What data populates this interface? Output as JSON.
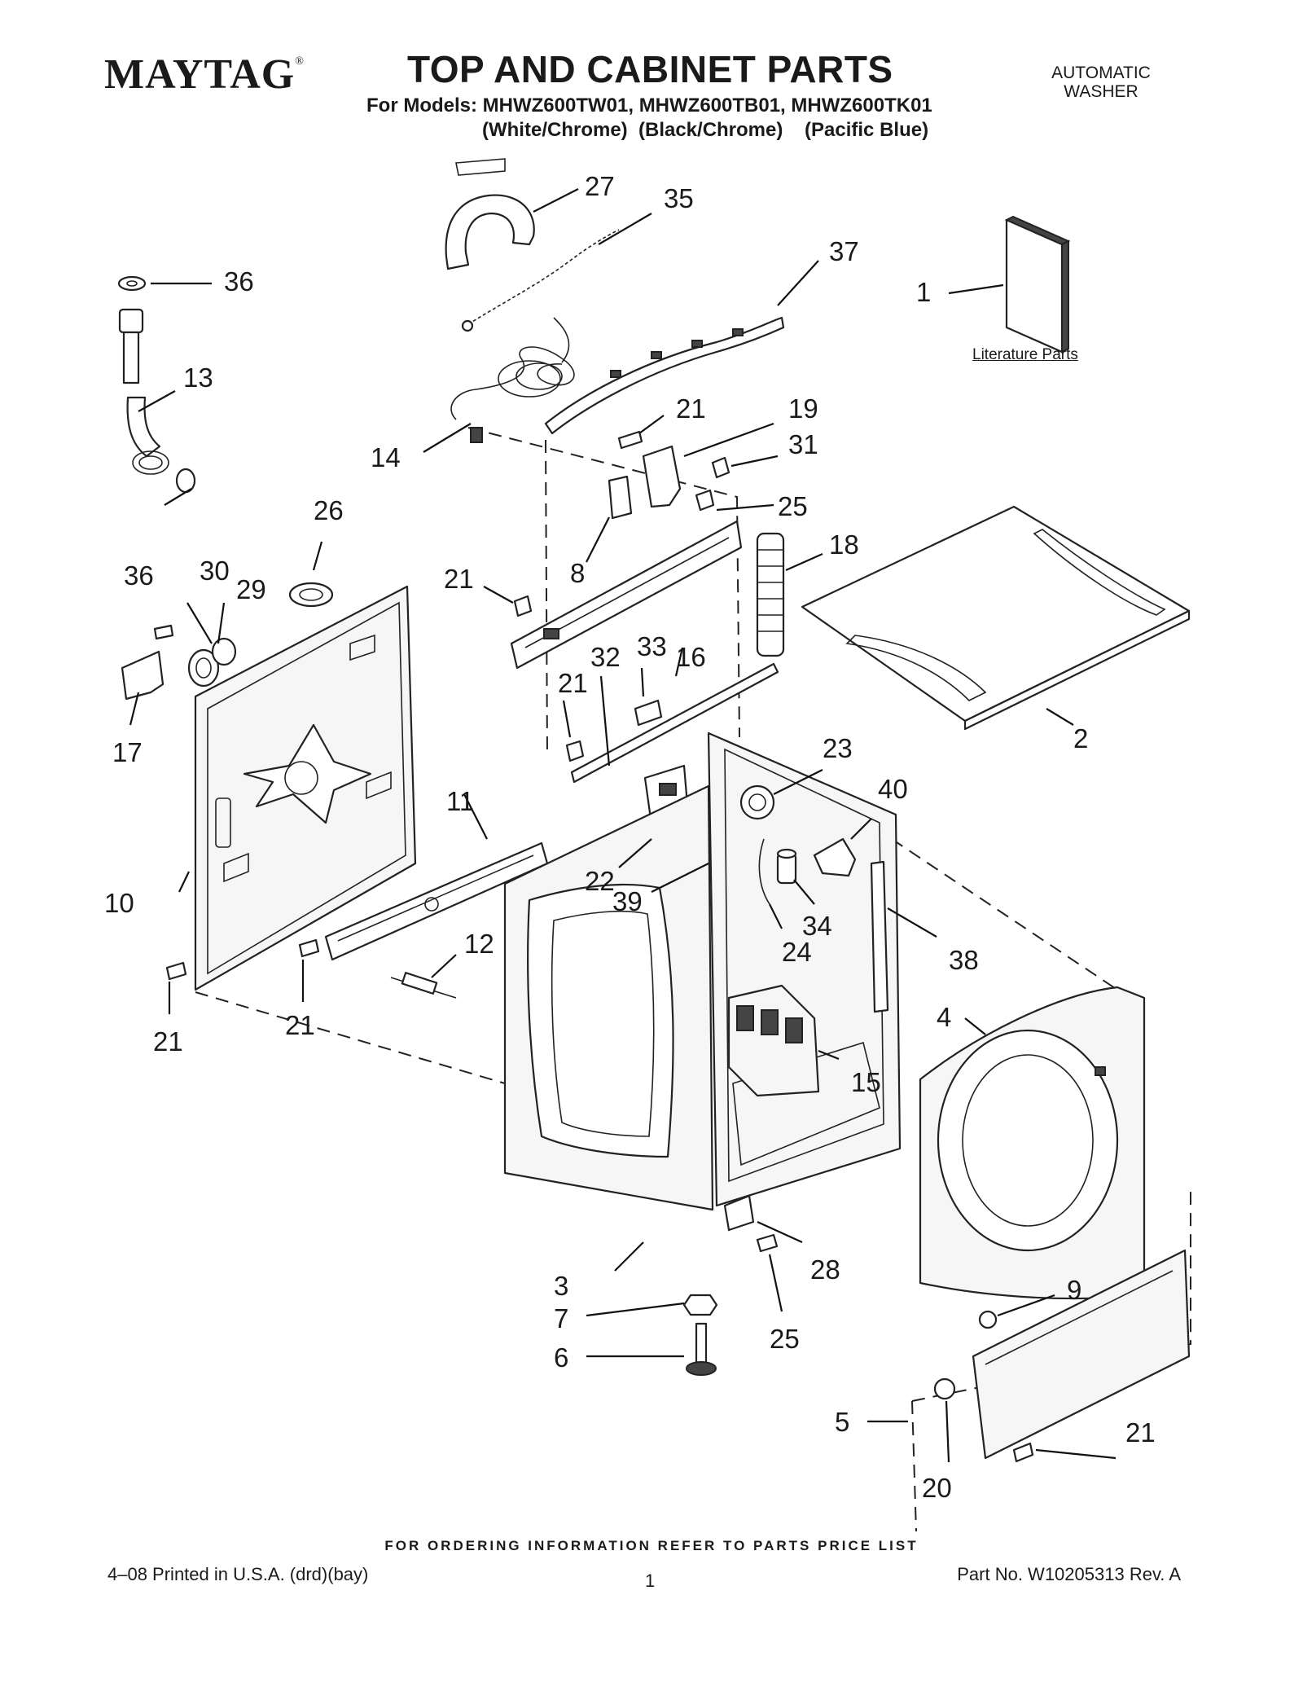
{
  "header": {
    "brand": "MAYTAG",
    "brand_mark": "®",
    "title": "TOP AND CABINET PARTS",
    "models_line": "For Models: MHWZ600TW01, MHWZ600TB01, MHWZ600TK01",
    "colors_line": "(White/Chrome)  (Black/Chrome)    (Pacific Blue)",
    "product_type_line1": "AUTOMATIC",
    "product_type_line2": "WASHER"
  },
  "diagram": {
    "literature_label": "Literature Parts",
    "callouts": [
      "27",
      "35",
      "37",
      "36",
      "1",
      "13",
      "21",
      "19",
      "31",
      "14",
      "25",
      "26",
      "8",
      "18",
      "36",
      "30",
      "29",
      "21",
      "16",
      "33",
      "32",
      "21",
      "17",
      "2",
      "23",
      "40",
      "11",
      "22",
      "39",
      "10",
      "34",
      "24",
      "12",
      "38",
      "21",
      "21",
      "4",
      "15",
      "28",
      "3",
      "7",
      "25",
      "9",
      "6",
      "5",
      "21",
      "20"
    ]
  },
  "footer": {
    "ordering_note": "FOR ORDERING INFORMATION REFER TO PARTS PRICE LIST",
    "print_info": "4–08 Printed in U.S.A. (drd)(bay)",
    "page_number": "1",
    "part_number": "Part No. W10205313 Rev. A"
  }
}
